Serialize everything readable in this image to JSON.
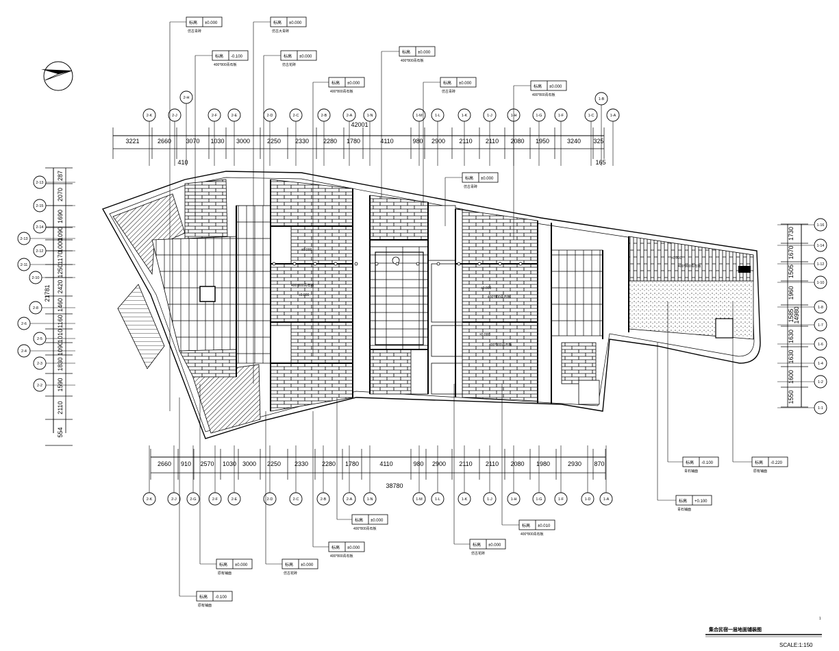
{
  "drawing": {
    "title": "集合民宿一层地面铺装图",
    "scale": "SCALE:1:150"
  },
  "top_axes": [
    "2-K",
    "2-J",
    "2-H",
    "2-F",
    "2-E",
    "2-D",
    "2-C",
    "2-B",
    "2-A",
    "1-N",
    "1-M",
    "1-L",
    "1-K",
    "1-J",
    "1-H",
    "1-G",
    "1-F",
    "1-C",
    "1-B",
    "1-A"
  ],
  "bottom_axes": [
    "2-K",
    "2-J",
    "2-G",
    "2-F",
    "2-E",
    "2-D",
    "2-C",
    "2-B",
    "2-A",
    "1-N",
    "1-M",
    "1-L",
    "1-K",
    "1-J",
    "1-H",
    "1-G",
    "1-F",
    "1-D",
    "1-A"
  ],
  "left_axes": [
    "2-13",
    "2-15",
    "2-14",
    "2-13",
    "2-12",
    "2-11",
    "2-10",
    "2-8",
    "2-6",
    "2-5",
    "2-4",
    "2-3",
    "2-2"
  ],
  "right_axes": [
    "1-16",
    "1-14",
    "1-12",
    "1-10",
    "1-8",
    "1-7",
    "1-6",
    "1-4",
    "1-2",
    "1-1"
  ],
  "top_dims": {
    "total": "42001",
    "segments": [
      "3221",
      "2660",
      "3070",
      "1030",
      "3000",
      "2250",
      "2330",
      "2280",
      "1780",
      "4110",
      "980",
      "2900",
      "2110",
      "2110",
      "2080",
      "1950",
      "3240",
      "325"
    ],
    "extra": [
      "410",
      "165"
    ]
  },
  "bottom_dims": {
    "total": "38780",
    "segments": [
      "2660",
      "910",
      "2570",
      "1030",
      "3000",
      "2250",
      "2330",
      "2280",
      "1780",
      "4110",
      "980",
      "2900",
      "2110",
      "2110",
      "2080",
      "1980",
      "2930",
      "870"
    ]
  },
  "left_dims": {
    "total": "21781",
    "segments": [
      "287",
      "2070",
      "1690",
      "1090",
      "1000",
      "1170",
      "1250",
      "2420",
      "1460",
      "1160",
      "1010",
      "1090",
      "1830",
      "1590",
      "2110",
      "554"
    ]
  },
  "right_dims": {
    "total": "14980",
    "segments": [
      "1730",
      "1670",
      "1505",
      "1960",
      "1585",
      "1630",
      "1630",
      "1600",
      "1550"
    ]
  },
  "tags": [
    {
      "label": "标高",
      "value": "±0.000",
      "note": "仿古青砖"
    },
    {
      "label": "标高",
      "value": "±0.000",
      "note": "仿古大青砖"
    },
    {
      "label": "标高",
      "value": "-0.100",
      "note": "400*800青石板"
    },
    {
      "label": "标高",
      "value": "±0.000",
      "note": "仿古花砖"
    },
    {
      "label": "标高",
      "value": "±0.000",
      "note": "400*800青石板"
    },
    {
      "label": "标高",
      "value": "±0.000",
      "note": "400*800青石板"
    },
    {
      "label": "标高",
      "value": "±0.000",
      "note": "仿古青砖"
    },
    {
      "label": "标高",
      "value": "±0.000",
      "note": "400*800青石板"
    },
    {
      "label": "标高",
      "value": "±0.000",
      "note": "仿古青砖"
    },
    {
      "label": "标高",
      "value": "-0.100",
      "note": "青石铺面"
    },
    {
      "label": "标高",
      "value": "-0.220",
      "note": "原有铺面"
    },
    {
      "label": "标高",
      "value": "+0.100",
      "note": "青石铺面"
    },
    {
      "label": "标高",
      "value": "±0.000",
      "note": "400*800青石板"
    },
    {
      "label": "标高",
      "value": "±0.010",
      "note": "400*800青石板"
    },
    {
      "label": "标高",
      "value": "±0.000",
      "note": "仿古花砖"
    },
    {
      "label": "标高",
      "value": "±0.000",
      "note": "400*800青石板"
    },
    {
      "label": "标高",
      "value": "±0.000",
      "note": "原有铺面"
    },
    {
      "label": "标高",
      "value": "±0.000",
      "note": "仿古花砖"
    },
    {
      "label": "标高",
      "value": "-0.100",
      "note": "原有铺面"
    }
  ],
  "room_labels": [
    "±0.000",
    "400*800青石板",
    "±0.000",
    "±0.000",
    "400*800青石板",
    "±0.000",
    "400*800青石板",
    "±0.000",
    "400*800青石板"
  ]
}
